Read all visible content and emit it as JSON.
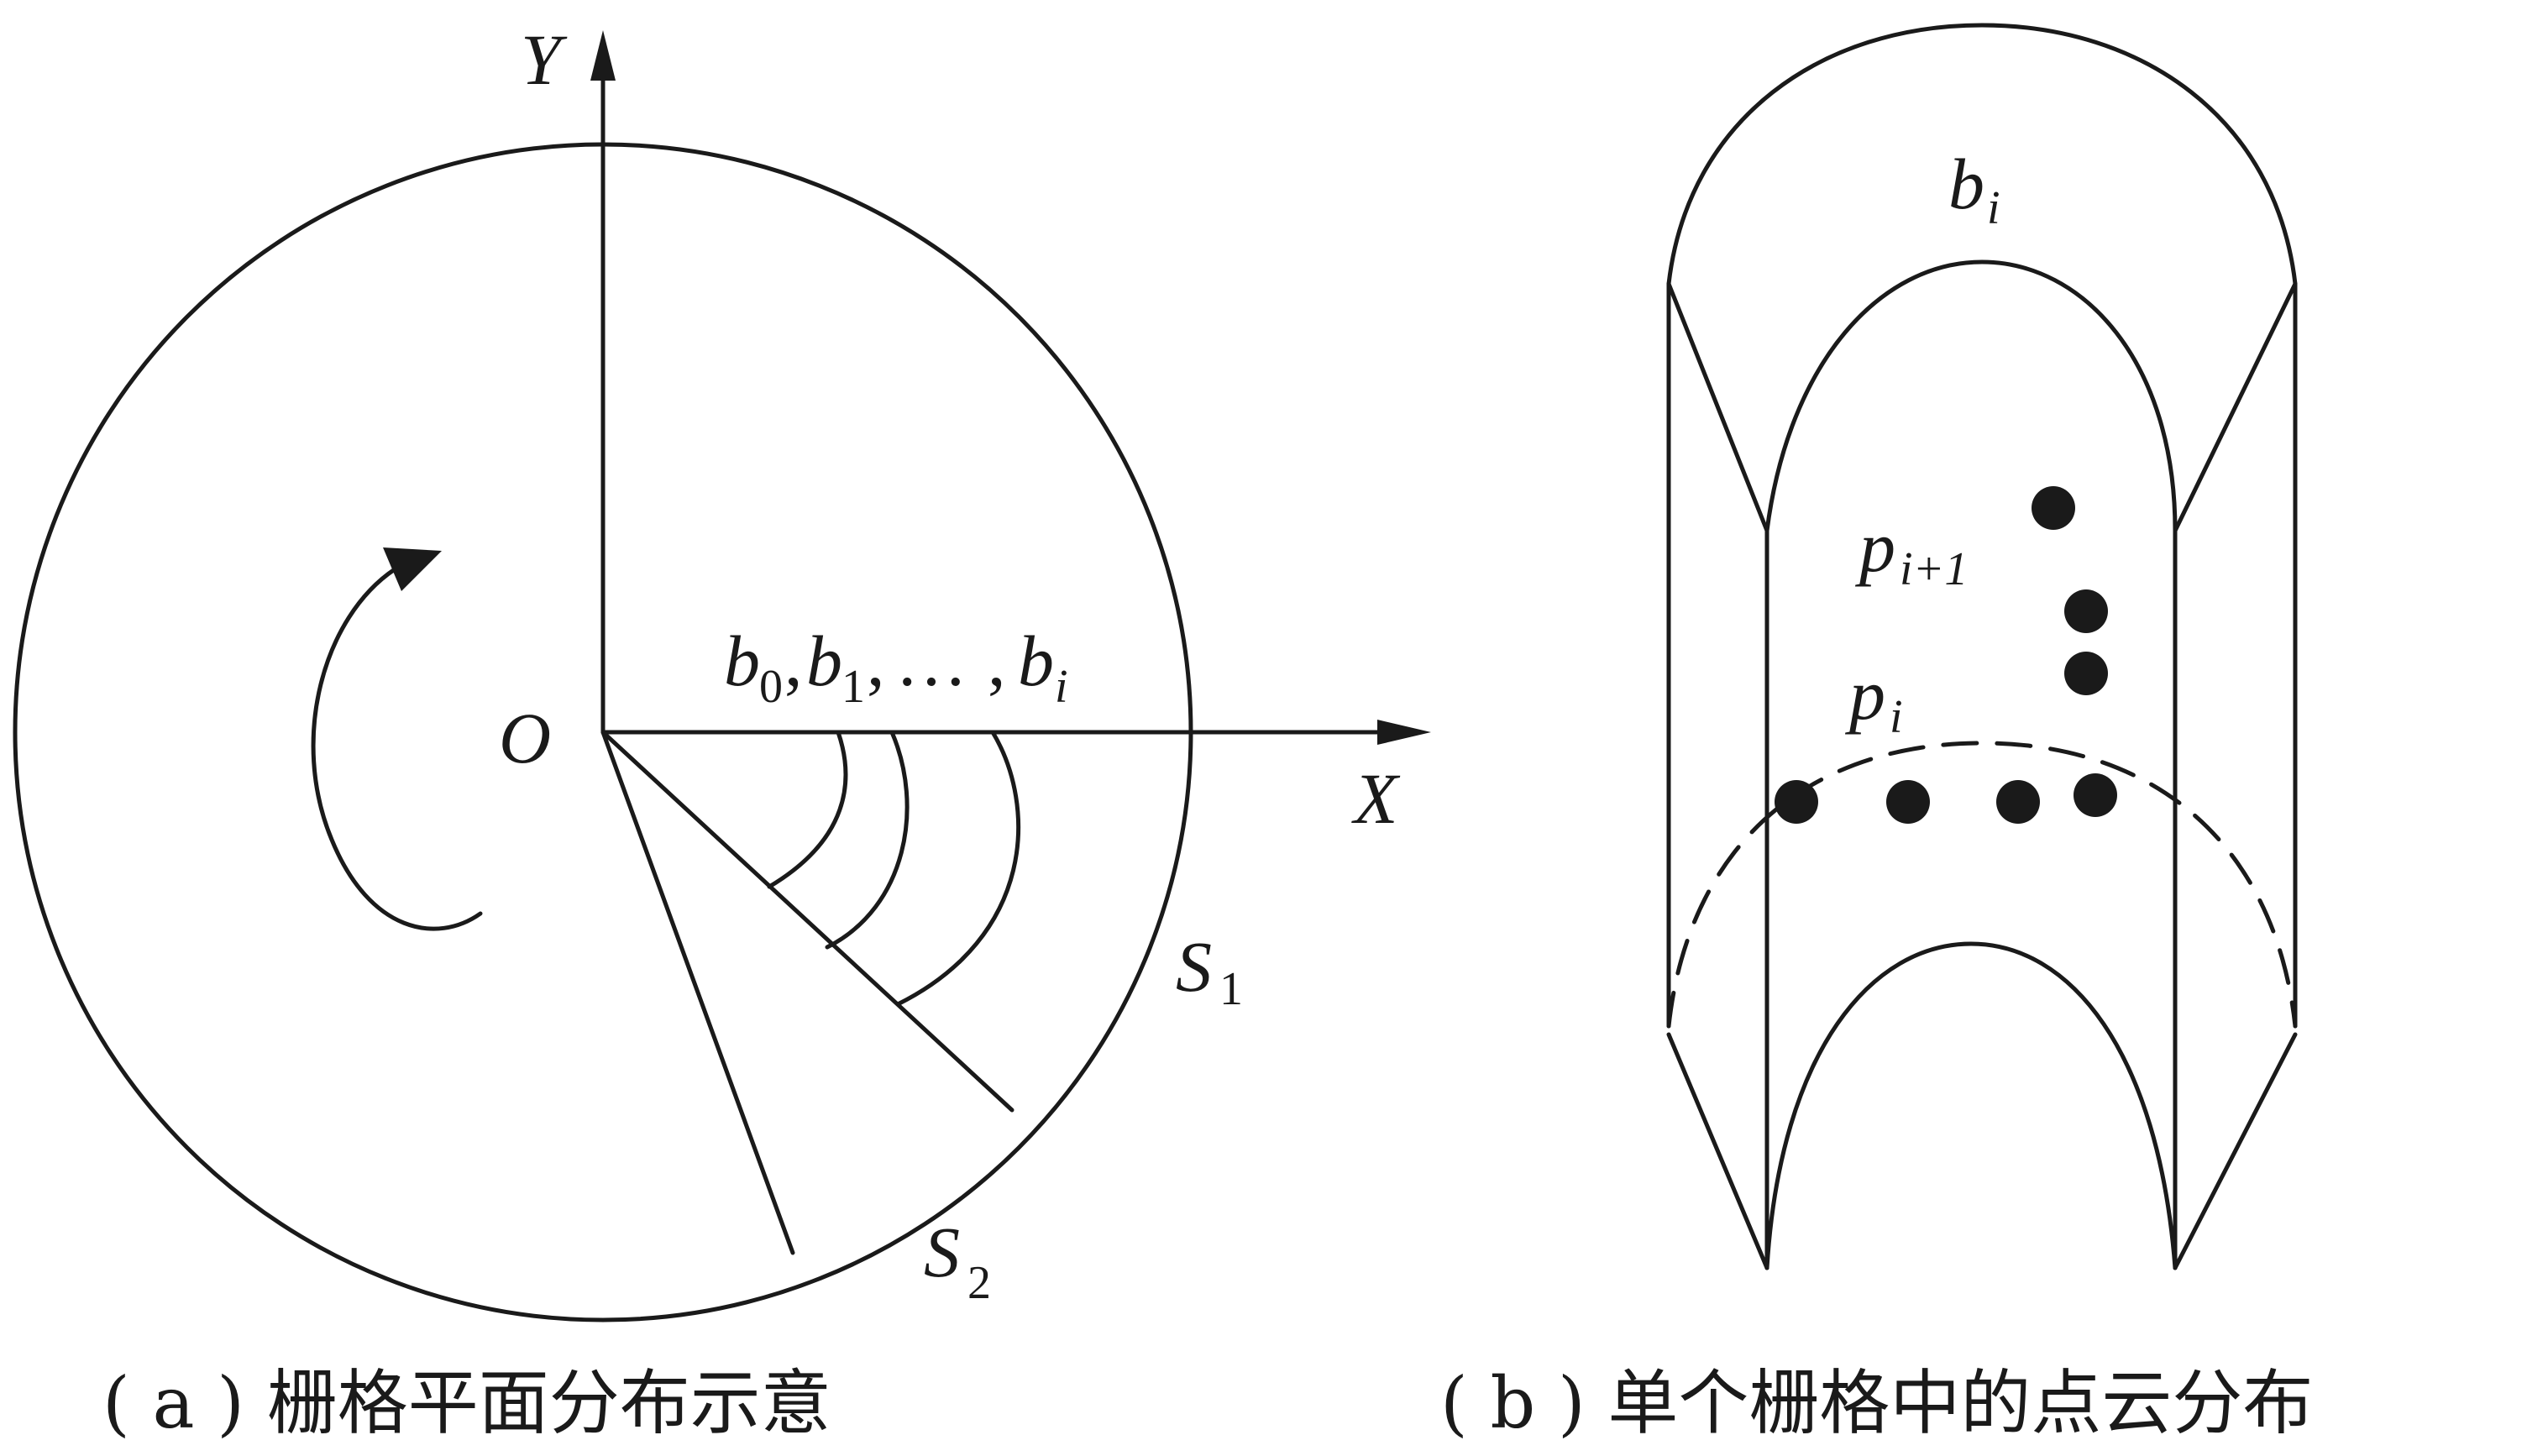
{
  "panel_a": {
    "axis_y": "Y",
    "axis_x": "X",
    "origin": "O",
    "b_labels": [
      {
        "base": "b",
        "sub": "0"
      },
      {
        "base": "b",
        "sub": "1"
      },
      {
        "base": "b",
        "sub": "i"
      }
    ],
    "separator": ",",
    "ellipsis": "…",
    "s1": {
      "base": "S",
      "sub": "1"
    },
    "s2": {
      "base": "S",
      "sub": "2"
    },
    "caption": "( a ) 栅格平面分布示意"
  },
  "panel_b": {
    "b_label": {
      "base": "b",
      "sub": "i"
    },
    "p_next": {
      "base": "p",
      "sub": "i+1"
    },
    "p_curr": {
      "base": "p",
      "sub": "i"
    },
    "caption": "( b ) 单个栅格中的点云分布"
  },
  "colors": {
    "ink": "#1a1a1a",
    "background": "#ffffff"
  },
  "icons": [
    "rotation-arrow-icon",
    "axis-arrow-icon"
  ]
}
